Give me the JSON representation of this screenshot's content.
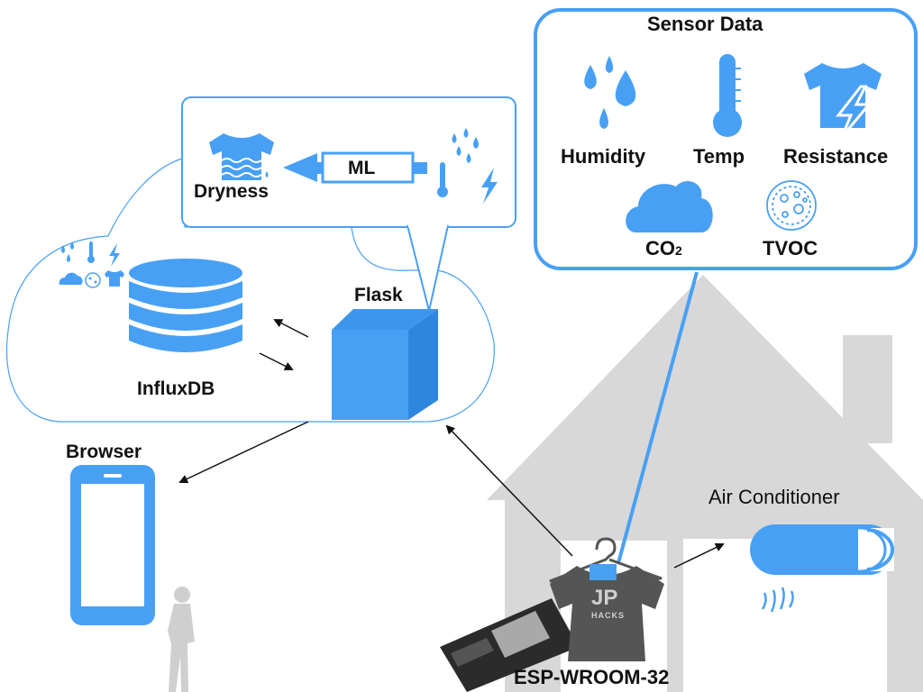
{
  "colors": {
    "accent": "#48a0f5",
    "house": "#d8d8d8",
    "person": "#cfcfcf",
    "shirt": "#555555",
    "board": "#2b2b2b",
    "text": "#111111"
  },
  "sensor_panel": {
    "title": "Sensor Data",
    "items": {
      "humidity": "Humidity",
      "temp": "Temp",
      "resistance": "Resistance",
      "co2_main": "CO",
      "co2_sub": "2",
      "tvoc": "TVOC"
    }
  },
  "ml_panel": {
    "dryness": "Dryness",
    "ml": "ML"
  },
  "server": {
    "database": "InfluxDB",
    "framework": "Flask"
  },
  "client": {
    "browser": "Browser"
  },
  "devices": {
    "air_conditioner": "Air Conditioner",
    "board": "ESP-WROOM-32",
    "shirt_logo": "JP",
    "shirt_text": "HACKS"
  },
  "icons": [
    "water-drops-icon",
    "thermometer-icon",
    "shirt-lightning-icon",
    "cloud-icon",
    "bacteria-icon",
    "wet-shirt-icon",
    "database-icon",
    "server-box-icon",
    "smartphone-icon",
    "person-walking-icon",
    "house-icon",
    "air-conditioner-icon",
    "hanger-icon",
    "shirt-icon",
    "esp32-board-icon"
  ]
}
